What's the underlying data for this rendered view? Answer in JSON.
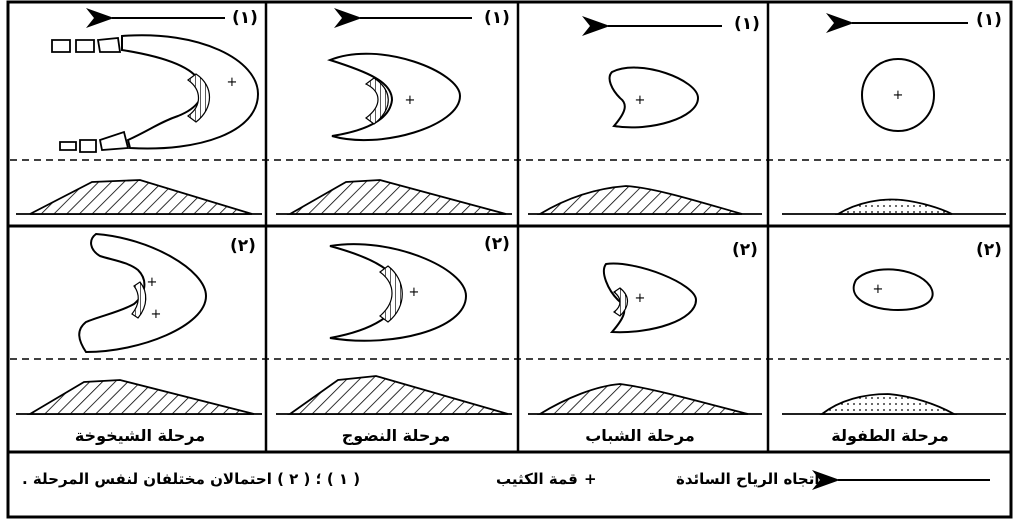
{
  "stages": {
    "childhood": "مرحلة الطفولة",
    "youth": "مرحلة الشباب",
    "maturity": "مرحلة النضوج",
    "old_age": "مرحلة الشيخوخة"
  },
  "row_labels": {
    "first": "(١)",
    "second": "(٢)"
  },
  "legend": {
    "wind_direction": "اتجاه الرياح السائدة",
    "dune_crest_symbol": "+",
    "dune_crest": "قمة الكثيب",
    "possibilities": "( ١ ) ؛ ( ٢ ) احتمالان مختلفان لنفس المرحلة ."
  }
}
